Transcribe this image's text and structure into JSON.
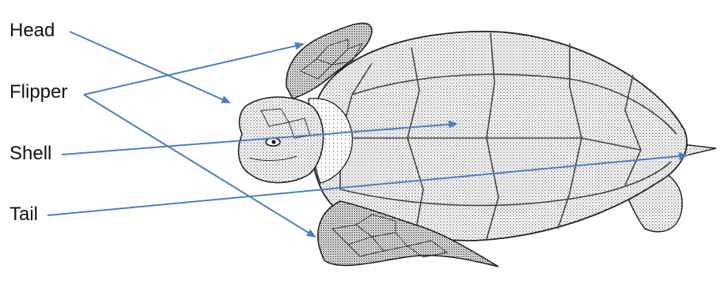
{
  "labels": {
    "head": "Head",
    "flipper": "Flipper",
    "shell": "Shell",
    "tail": "Tail"
  },
  "colors": {
    "arrow": "#4a7fc1",
    "ink": "#222222",
    "stipple": "#6a6a6a",
    "paper": "#ffffff"
  },
  "illustration": "sea-turtle-drawing"
}
